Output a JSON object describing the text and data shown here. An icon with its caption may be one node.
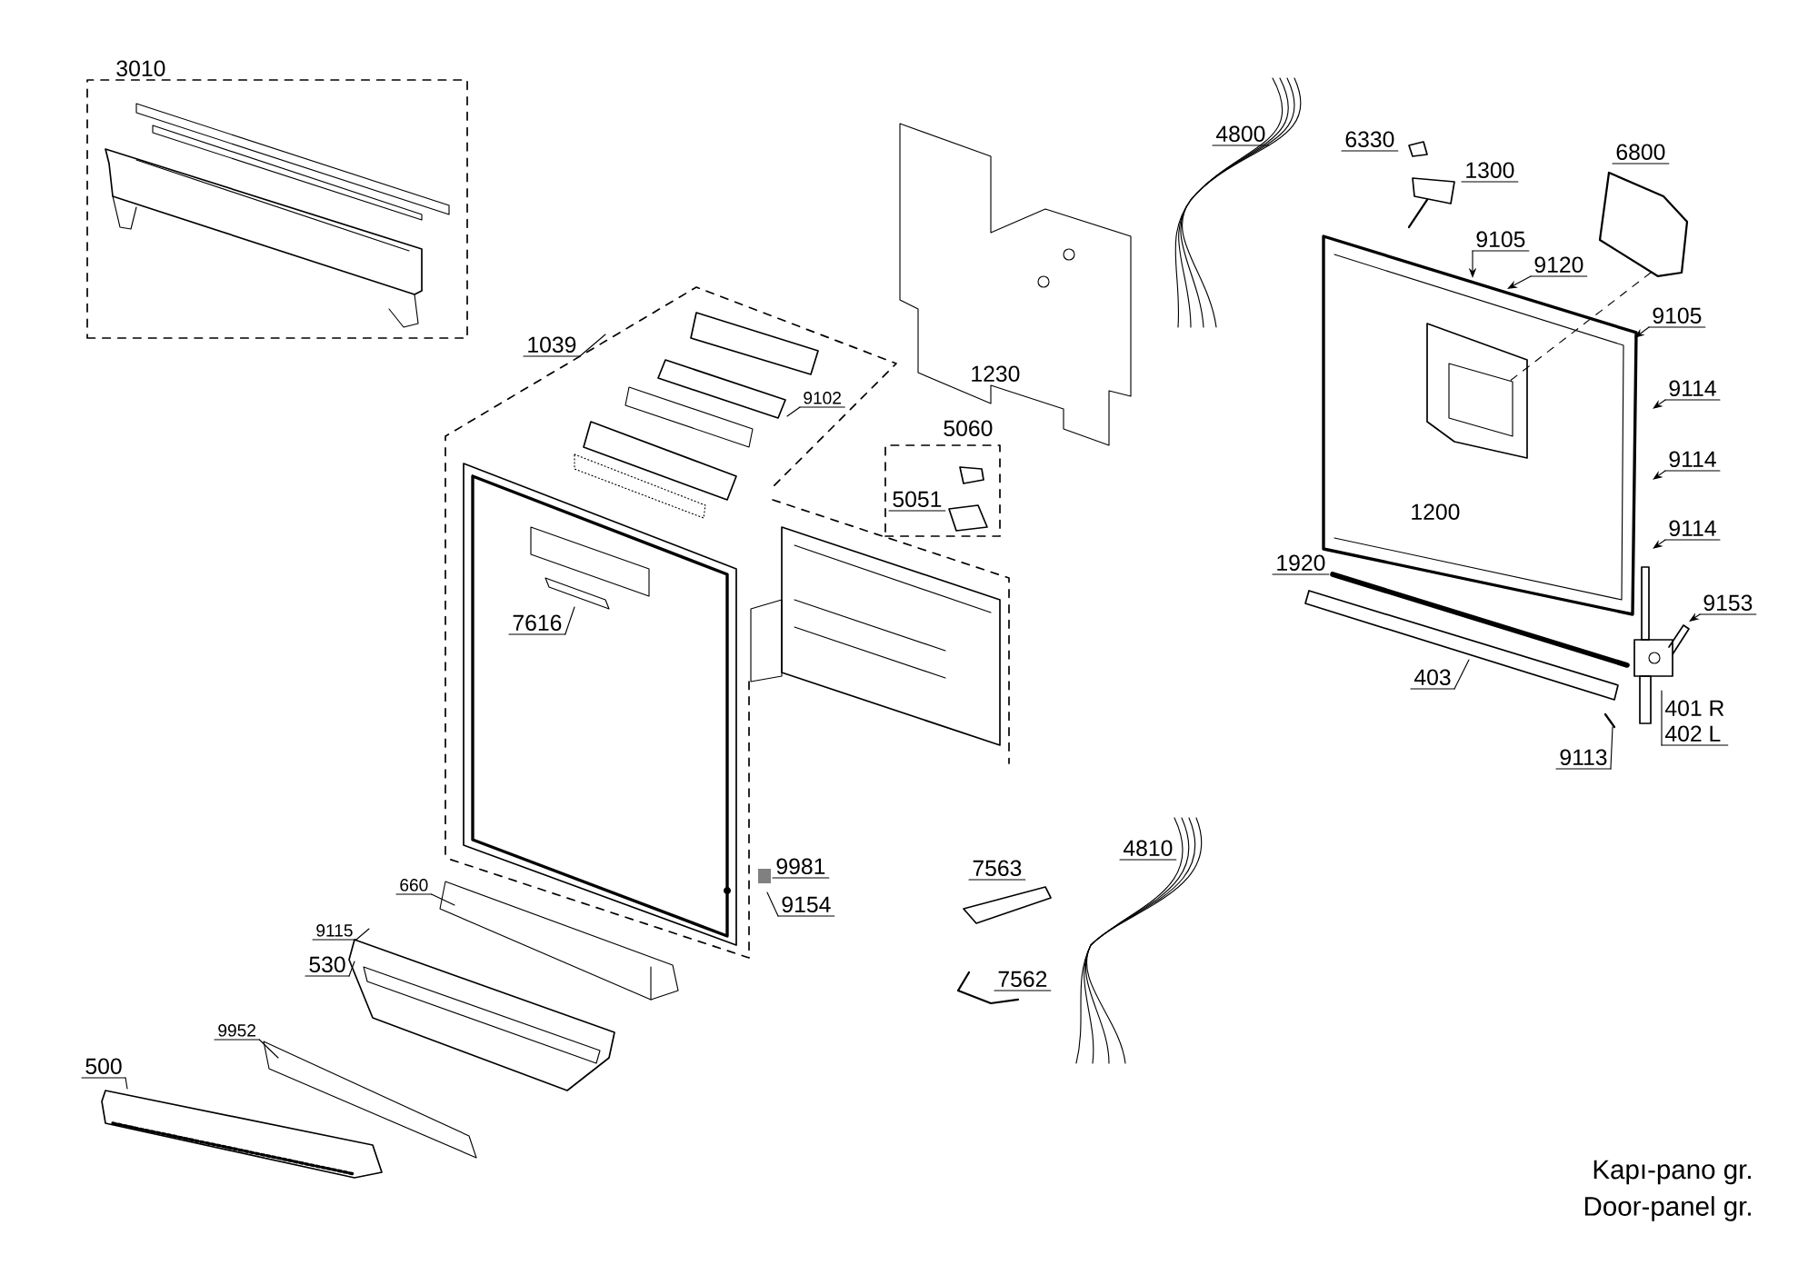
{
  "diagram": {
    "nodes": [
      {
        "text": [
          "3010"
        ]
      },
      {
        "text": [
          "1039"
        ]
      },
      {
        "text": [
          "9102"
        ]
      },
      {
        "text": [
          "5060",
          "5051"
        ]
      },
      {
        "text": [
          "9105"
        ]
      },
      {
        "text": [
          "9120"
        ]
      },
      {
        "text": [
          "9105"
        ]
      },
      {
        "text": [
          "9114"
        ]
      },
      {
        "text": [
          "9114"
        ]
      },
      {
        "text": [
          "9114"
        ]
      },
      {
        "text": [
          "7616"
        ]
      },
      {
        "text": [
          "9153"
        ]
      },
      {
        "text": [
          "403"
        ]
      },
      {
        "text": [
          "401 R",
          "402 L"
        ]
      },
      {
        "text": [
          "9113"
        ]
      },
      {
        "text": [
          "9154"
        ]
      },
      {
        "text": [
          "660"
        ]
      },
      {
        "text": [
          "9115"
        ]
      },
      {
        "text": [
          "530"
        ]
      },
      {
        "text": [
          "9952"
        ]
      },
      {
        "text": [
          "500"
        ]
      }
    ],
    "edges": [
      {
        "from": 1,
        "to": null,
        "arrow": "none"
      },
      {
        "from": 2,
        "to": null,
        "arrow": "none"
      },
      {
        "from": 4,
        "to": null,
        "arrow": "to"
      },
      {
        "from": 5,
        "to": null,
        "arrow": "to"
      },
      {
        "from": 6,
        "to": null,
        "arrow": "to"
      },
      {
        "from": 7,
        "to": null,
        "arrow": "to"
      },
      {
        "from": 8,
        "to": null,
        "arrow": "to"
      },
      {
        "from": 9,
        "to": null,
        "arrow": "to"
      },
      {
        "from": 10,
        "to": null,
        "arrow": "none"
      },
      {
        "from": 11,
        "to": null,
        "arrow": "to"
      },
      {
        "from": 12,
        "to": null,
        "arrow": "none"
      },
      {
        "from": 13,
        "to": null,
        "arrow": "none"
      },
      {
        "from": 14,
        "to": null,
        "arrow": "none"
      },
      {
        "from": 15,
        "to": null,
        "arrow": "none"
      },
      {
        "from": 16,
        "to": null,
        "arrow": "none"
      },
      {
        "from": 17,
        "to": null,
        "arrow": "none"
      },
      {
        "from": 18,
        "to": null,
        "arrow": "none"
      },
      {
        "from": 19,
        "to": null,
        "arrow": "none"
      },
      {
        "from": 20,
        "to": null,
        "arrow": "none"
      }
    ],
    "labels": [
      "4800",
      "6330",
      "6800",
      "1300",
      "1230",
      "1200",
      "1920",
      "9981",
      "4810",
      "7563",
      "7562",
      "Kapı-pano gr.",
      "Door-panel gr."
    ]
  }
}
